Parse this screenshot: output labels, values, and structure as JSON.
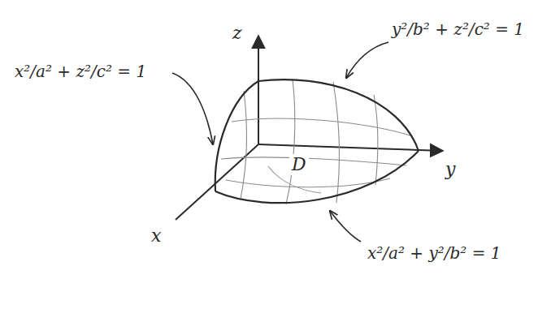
{
  "diagram": {
    "labels": [
      "z",
      "y",
      "x",
      "D",
      "y²/b² + z²/c² = 1",
      "x²/a² + z²/c² = 1",
      "x²/a² + y²/b² = 1"
    ]
  }
}
